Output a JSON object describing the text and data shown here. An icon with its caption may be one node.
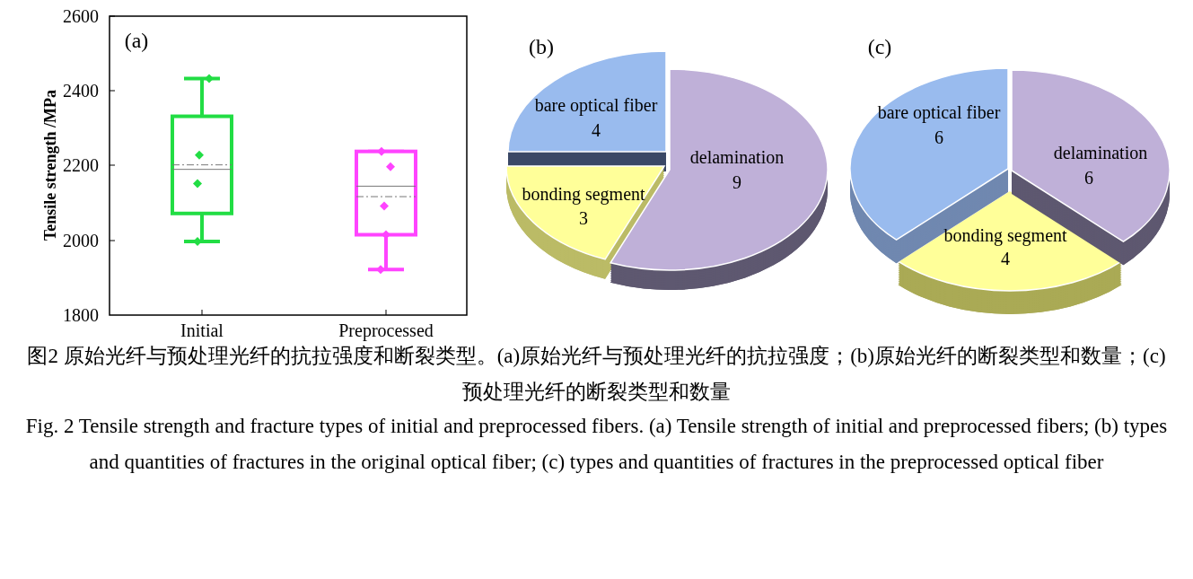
{
  "diagram": {
    "caption": "图2 原始光纤与预处理光纤的抗拉强度和断裂类型。(a)原始光纤与预处理光纤的抗拉强度；(b)原始光纤的断裂类型和数量；(c)预处理光纤的断裂类型和数量",
    "labels": [
      "2600",
      "(a)",
      "2400",
      "Tensile strength /MPa",
      "2200",
      "2000",
      "1800",
      "Initial",
      "Preprocessed",
      "(b)",
      "bare optical fiber",
      "4",
      "delamination",
      "9",
      "bonding segment",
      "3",
      "(c)",
      "bare optical fiber",
      "6",
      "delamination",
      "6",
      "bonding segment",
      "4",
      "Fig. 2 Tensile strength and fracture types of initial and preprocessed fibers. (a) Tensile strength of initial and preprocessed fibers; (b) types and quantities of fractures in the original optical fiber; (c) types and quantities of fractures in the preprocessed optical fiber"
    ]
  }
}
